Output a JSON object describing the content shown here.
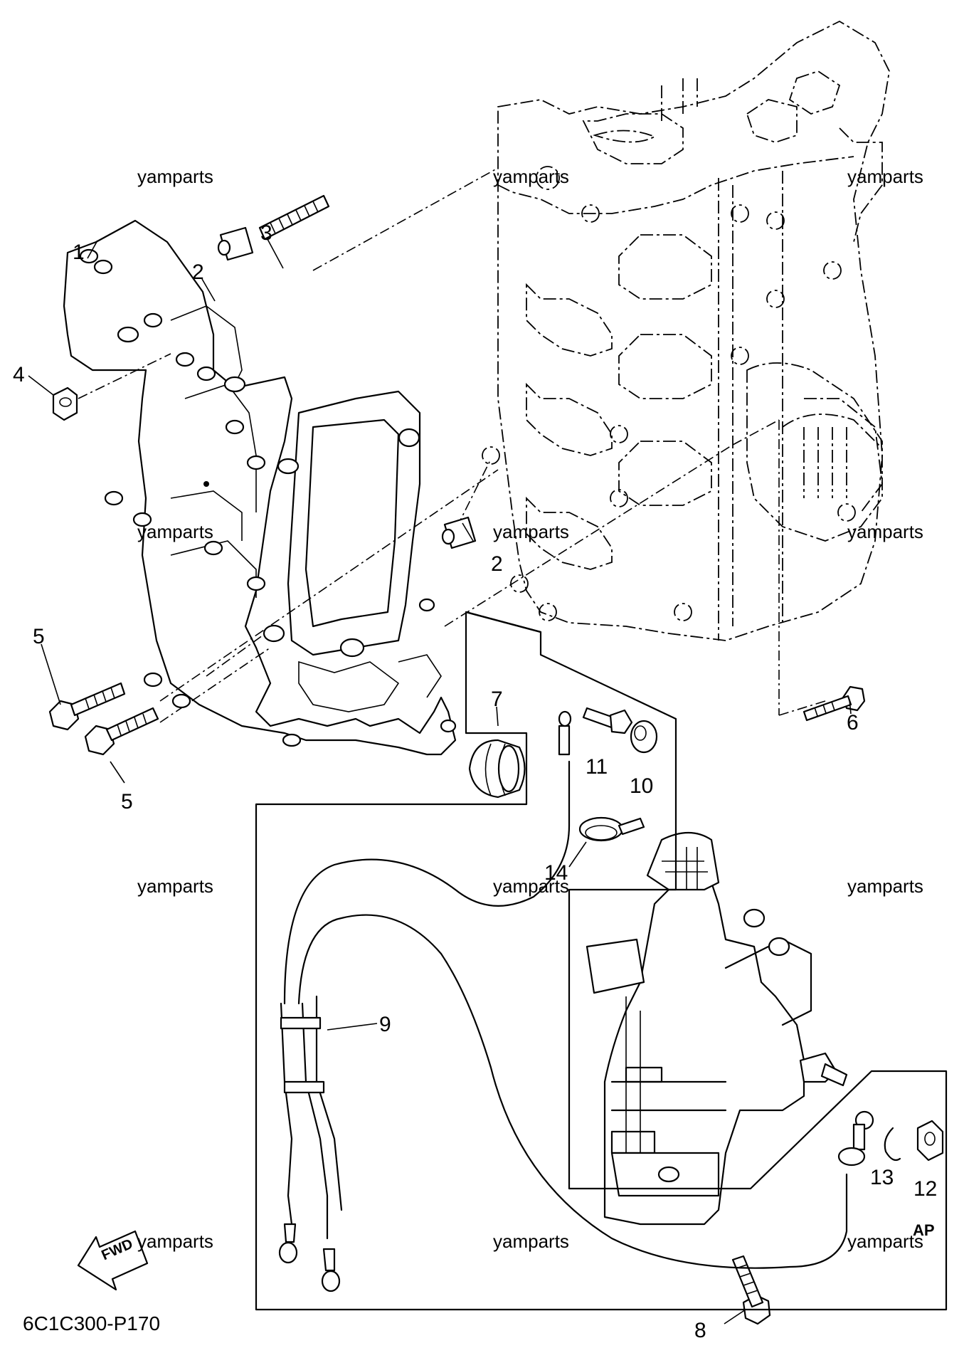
{
  "diagram": {
    "code": "6C1C300-P170",
    "corner_mark": "AP",
    "fwd_label": "FWD",
    "watermark": "yamparts",
    "watermark_count": 12,
    "callouts": {
      "c1": "1",
      "c2a": "2",
      "c2b": "2",
      "c3": "3",
      "c4": "4",
      "c5a": "5",
      "c5b": "5",
      "c6": "6",
      "c7": "7",
      "c8": "8",
      "c9": "9",
      "c10": "10",
      "c11": "11",
      "c12": "12",
      "c13": "13",
      "c14": "14"
    }
  }
}
